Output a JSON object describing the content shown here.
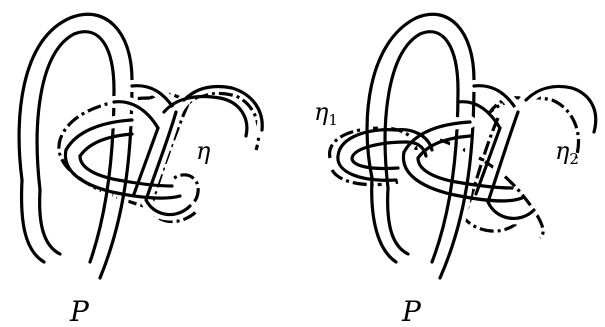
{
  "figures": [
    {
      "id": "left",
      "labels": {
        "band": "P",
        "curve": "η"
      }
    },
    {
      "id": "right",
      "labels": {
        "band": "P",
        "curve1": "η",
        "curve1_sub": "1",
        "curve2": "η",
        "curve2_sub": "2"
      }
    }
  ]
}
